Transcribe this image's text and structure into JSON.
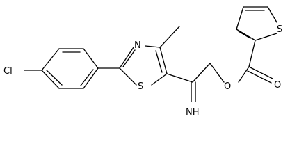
{
  "atoms": {
    "chlorine": "Cl",
    "thiophene_sulfur": "S",
    "thiazole_sulfur": "S",
    "thiazole_nitrogen": "N",
    "ester_oxygen": "O",
    "carbonyl_oxygen": "O",
    "imine": "NH"
  }
}
